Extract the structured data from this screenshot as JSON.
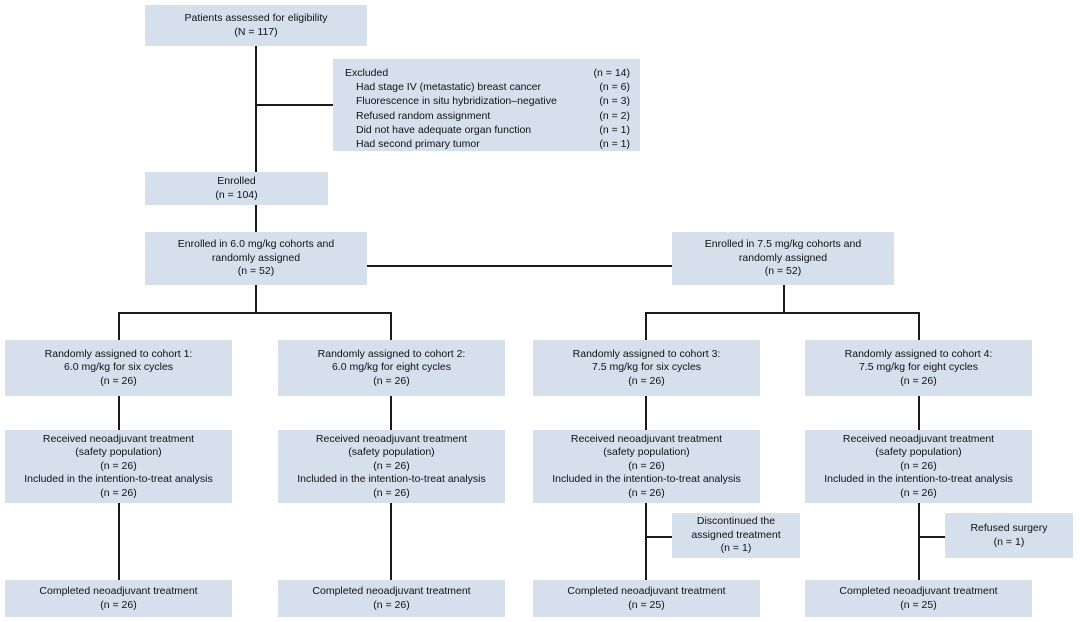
{
  "figure": {
    "type": "consort-flow-diagram",
    "accent_fill": "#d6dfec",
    "line_color": "#1a1a1a"
  },
  "nodes": {
    "assessed": {
      "line1": "Patients assessed for eligibility",
      "line2": "(N = 117)"
    },
    "excluded": {
      "rows": [
        {
          "label": "Excluded",
          "n": "(n = 14)",
          "indent": false
        },
        {
          "label": "Had stage IV (metastatic) breast cancer",
          "n": "(n = 6)",
          "indent": true
        },
        {
          "label": "Fluorescence in situ hybridization–negative",
          "n": "(n = 3)",
          "indent": true
        },
        {
          "label": "Refused random assignment",
          "n": "(n = 2)",
          "indent": true
        },
        {
          "label": "Did not have adequate organ function",
          "n": "(n = 1)",
          "indent": true
        },
        {
          "label": "Had second primary tumor",
          "n": "(n = 1)",
          "indent": true
        }
      ]
    },
    "enrolled": {
      "line1": "Enrolled",
      "line2": "(n = 104)"
    },
    "enrolled_60": {
      "line1": "Enrolled in 6.0 mg/kg cohorts and",
      "line2": "randomly assigned",
      "line3": "(n = 52)"
    },
    "enrolled_75": {
      "line1": "Enrolled in 7.5 mg/kg cohorts and",
      "line2": "randomly assigned",
      "line3": "(n = 52)"
    },
    "cohort1": {
      "line1": "Randomly assigned to cohort 1:",
      "line2": "6.0 mg/kg for six cycles",
      "line3": "(n = 26)"
    },
    "cohort2": {
      "line1": "Randomly assigned to cohort 2:",
      "line2": "6.0 mg/kg for eight cycles",
      "line3": "(n = 26)"
    },
    "cohort3": {
      "line1": "Randomly assigned to cohort 3:",
      "line2": "7.5 mg/kg for six cycles",
      "line3": "(n = 26)"
    },
    "cohort4": {
      "line1": "Randomly assigned to cohort 4:",
      "line2": "7.5 mg/kg for eight cycles",
      "line3": "(n = 26)"
    },
    "received1": {
      "line1": "Received neoadjuvant treatment",
      "line2": "(safety population)",
      "line3": "(n = 26)",
      "line4": "Included in the intention-to-treat analysis",
      "line5": "(n = 26)"
    },
    "received2": {
      "line1": "Received neoadjuvant treatment",
      "line2": "(safety population)",
      "line3": "(n = 26)",
      "line4": "Included in the intention-to-treat analysis",
      "line5": "(n = 26)"
    },
    "received3": {
      "line1": "Received neoadjuvant treatment",
      "line2": "(safety population)",
      "line3": "(n = 26)",
      "line4": "Included in the intention-to-treat analysis",
      "line5": "(n = 26)"
    },
    "received4": {
      "line1": "Received neoadjuvant treatment",
      "line2": "(safety population)",
      "line3": "(n = 26)",
      "line4": "Included in the intention-to-treat analysis",
      "line5": "(n = 26)"
    },
    "discontinued3": {
      "line1": "Discontinued the",
      "line2": "assigned treatment",
      "line3": "(n = 1)"
    },
    "refused4": {
      "line1": "Refused surgery",
      "line2": "(n = 1)"
    },
    "completed1": {
      "line1": "Completed neoadjuvant treatment",
      "line2": "(n = 26)"
    },
    "completed2": {
      "line1": "Completed neoadjuvant treatment",
      "line2": "(n = 26)"
    },
    "completed3": {
      "line1": "Completed neoadjuvant treatment",
      "line2": "(n = 25)"
    },
    "completed4": {
      "line1": "Completed neoadjuvant treatment",
      "line2": "(n = 25)"
    }
  }
}
